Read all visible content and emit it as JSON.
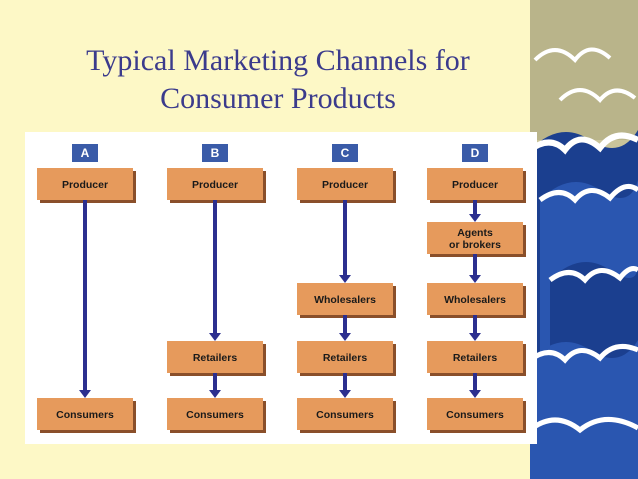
{
  "slide": {
    "title_line1": "Typical Marketing Channels for",
    "title_line2": "Consumer Products"
  },
  "colors": {
    "background": "#fdf8c6",
    "title": "#3b3b8c",
    "box_fill": "#e69a5c",
    "box_shadow": "#8a4f2a",
    "tab_fill": "#3a5ba8",
    "arrow": "#2c2f8f"
  },
  "channels": [
    {
      "letter": "A",
      "steps": [
        "Producer",
        "Consumers"
      ]
    },
    {
      "letter": "B",
      "steps": [
        "Producer",
        "Retailers",
        "Consumers"
      ]
    },
    {
      "letter": "C",
      "steps": [
        "Producer",
        "Wholesalers",
        "Retailers",
        "Consumers"
      ]
    },
    {
      "letter": "D",
      "steps": [
        "Producer",
        "Agents|or brokers",
        "Wholesalers",
        "Retailers",
        "Consumers"
      ]
    }
  ]
}
